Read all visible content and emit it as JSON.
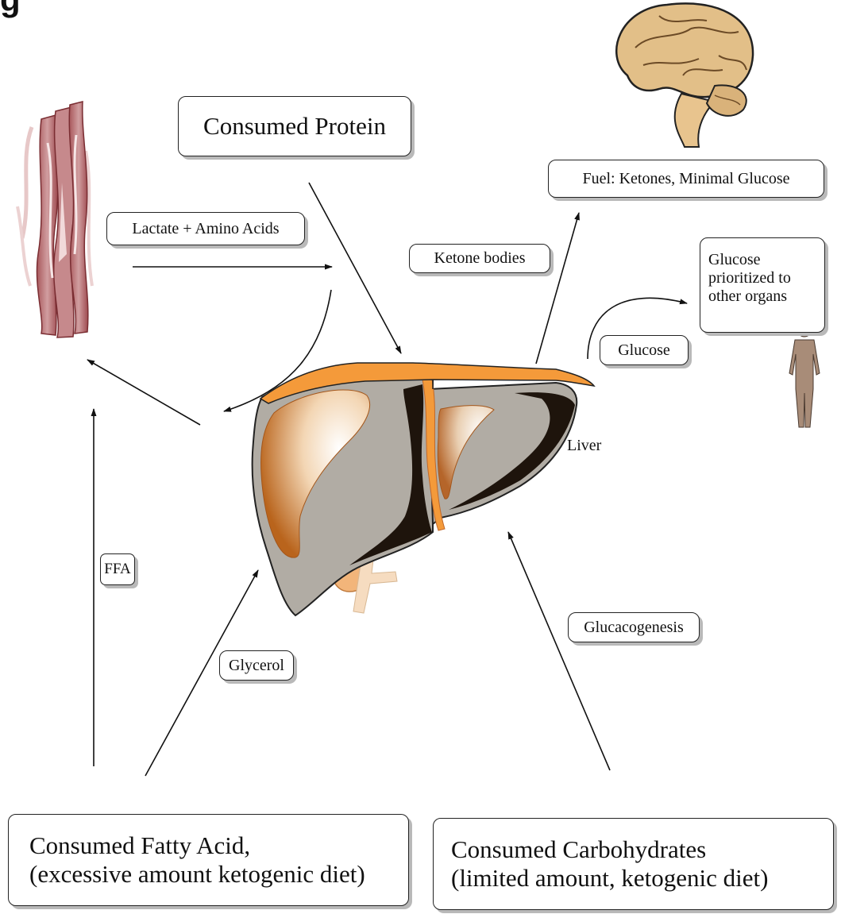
{
  "figure_label": "g",
  "labels": {
    "consumed_protein": "Consumed Protein",
    "lactate_amino_acids": "Lactate + Amino Acids",
    "ketone_bodies": "Ketone bodies",
    "fuel_brain": "Fuel: Ketones, Minimal Glucose",
    "glucose_priority_line1": "Glucose",
    "glucose_priority_line2": "prioritized to",
    "glucose_priority_line3": "other organs",
    "glucose": "Glucose",
    "liver": "Liver",
    "ffa": "FFA",
    "glycerol": "Glycerol",
    "glucacogenesis": "Glucacogenesis",
    "fatty_acid_line1": "Consumed Fatty Acid,",
    "fatty_acid_line2": "(excessive amount ketogenic diet)",
    "carbs_line1": "Consumed Carbohydrates",
    "carbs_line2": "(limited amount, ketogenic diet)"
  },
  "illustrations": [
    "muscle-illustration",
    "brain-illustration",
    "liver-illustration",
    "human-figure-illustration"
  ],
  "colors": {
    "liver_fill": "#b1aca4",
    "liver_orange": "#f49a3a",
    "liver_dark": "#1e140c",
    "muscle": "#c07f82",
    "brain": "#e2bf88",
    "figure": "#a88c78"
  }
}
